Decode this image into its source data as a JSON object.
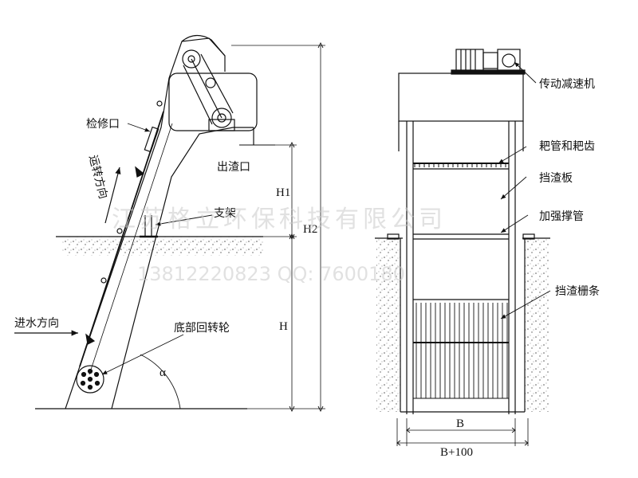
{
  "left_view": {
    "labels": {
      "inspection_port": "检修口",
      "rotation_direction": "运转方向",
      "discharge_port": "出渣口",
      "support": "支架",
      "inlet_direction": "进水方向",
      "bottom_wheel": "底部回转轮"
    },
    "dimensions": {
      "h1": "H1",
      "h2": "H2",
      "h": "H",
      "alpha": "α"
    }
  },
  "right_view": {
    "labels": {
      "reducer": "传动减速机",
      "rake_teeth": "耙管和耙齿",
      "baffle": "挡渣板",
      "brace": "加强撑管",
      "grid_bars": "挡渣栅条"
    },
    "dimensions": {
      "b": "B",
      "b100": "B+100"
    }
  },
  "watermark": {
    "company": "江苏格立环保科技有限公司",
    "contact": "13812220823   QQ: 7600180"
  }
}
